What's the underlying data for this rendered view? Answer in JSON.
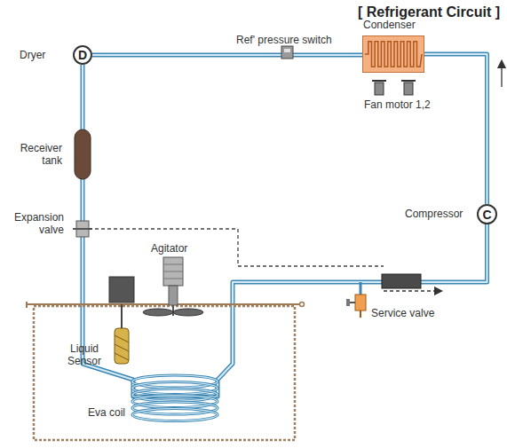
{
  "diagram": {
    "title": "[ Refrigerant Circuit ]",
    "nodes": [
      {
        "text": [
          "Condenser"
        ]
      },
      {
        "text": [
          "D"
        ]
      },
      {
        "text": [
          "C"
        ]
      }
    ],
    "edges": [
      {
        "from": 0,
        "to": 1,
        "arrow": "none"
      },
      {
        "from": 2,
        "to": 0,
        "arrow": "none"
      },
      {
        "from": 1,
        "to": 2,
        "arrow": "none"
      }
    ],
    "labels": [
      "Ref' pressure switch",
      "Fan motor 1,2",
      "Dryer",
      "Receiver tank",
      "Expansion valve",
      "Compressor",
      "Agitator",
      "Liquid Sensor",
      "Service valve",
      "Eva coil"
    ]
  }
}
